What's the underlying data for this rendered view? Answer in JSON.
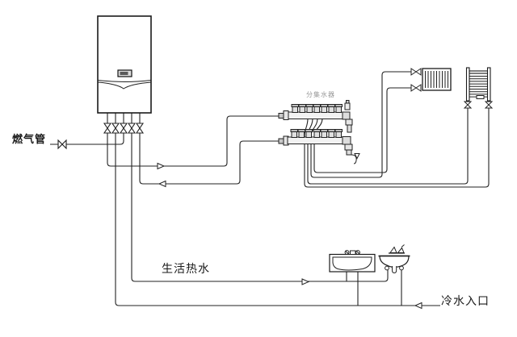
{
  "diagram": {
    "type": "heating-system-piping-schematic",
    "background_color": "#ffffff",
    "line_color": "#222222",
    "muted_label_color": "#979797",
    "labels": {
      "gas_pipe": "燃气管",
      "manifold": "分集水器",
      "domestic_hot_water": "生活热水",
      "cold_water_inlet": "冷水入口"
    },
    "components": [
      {
        "name": "wall-hung-boiler"
      },
      {
        "name": "boiler-display"
      },
      {
        "name": "shutoff-valve",
        "count": 5
      },
      {
        "name": "gas-valve"
      },
      {
        "name": "manifold-distributor",
        "supply_ports": 7,
        "return_ports": 7
      },
      {
        "name": "panel-radiator"
      },
      {
        "name": "towel-radiator"
      },
      {
        "name": "radiator-valve",
        "count": 4
      },
      {
        "name": "bathtub"
      },
      {
        "name": "wash-basin"
      },
      {
        "name": "soap-dish"
      }
    ],
    "flow_arrows": [
      {
        "name": "heating-supply",
        "direction": "right"
      },
      {
        "name": "heating-return",
        "direction": "left"
      },
      {
        "name": "domestic-hot-water",
        "direction": "right"
      },
      {
        "name": "cold-water-inlet",
        "direction": "left"
      },
      {
        "name": "manifold-drain",
        "direction": "down"
      }
    ]
  }
}
